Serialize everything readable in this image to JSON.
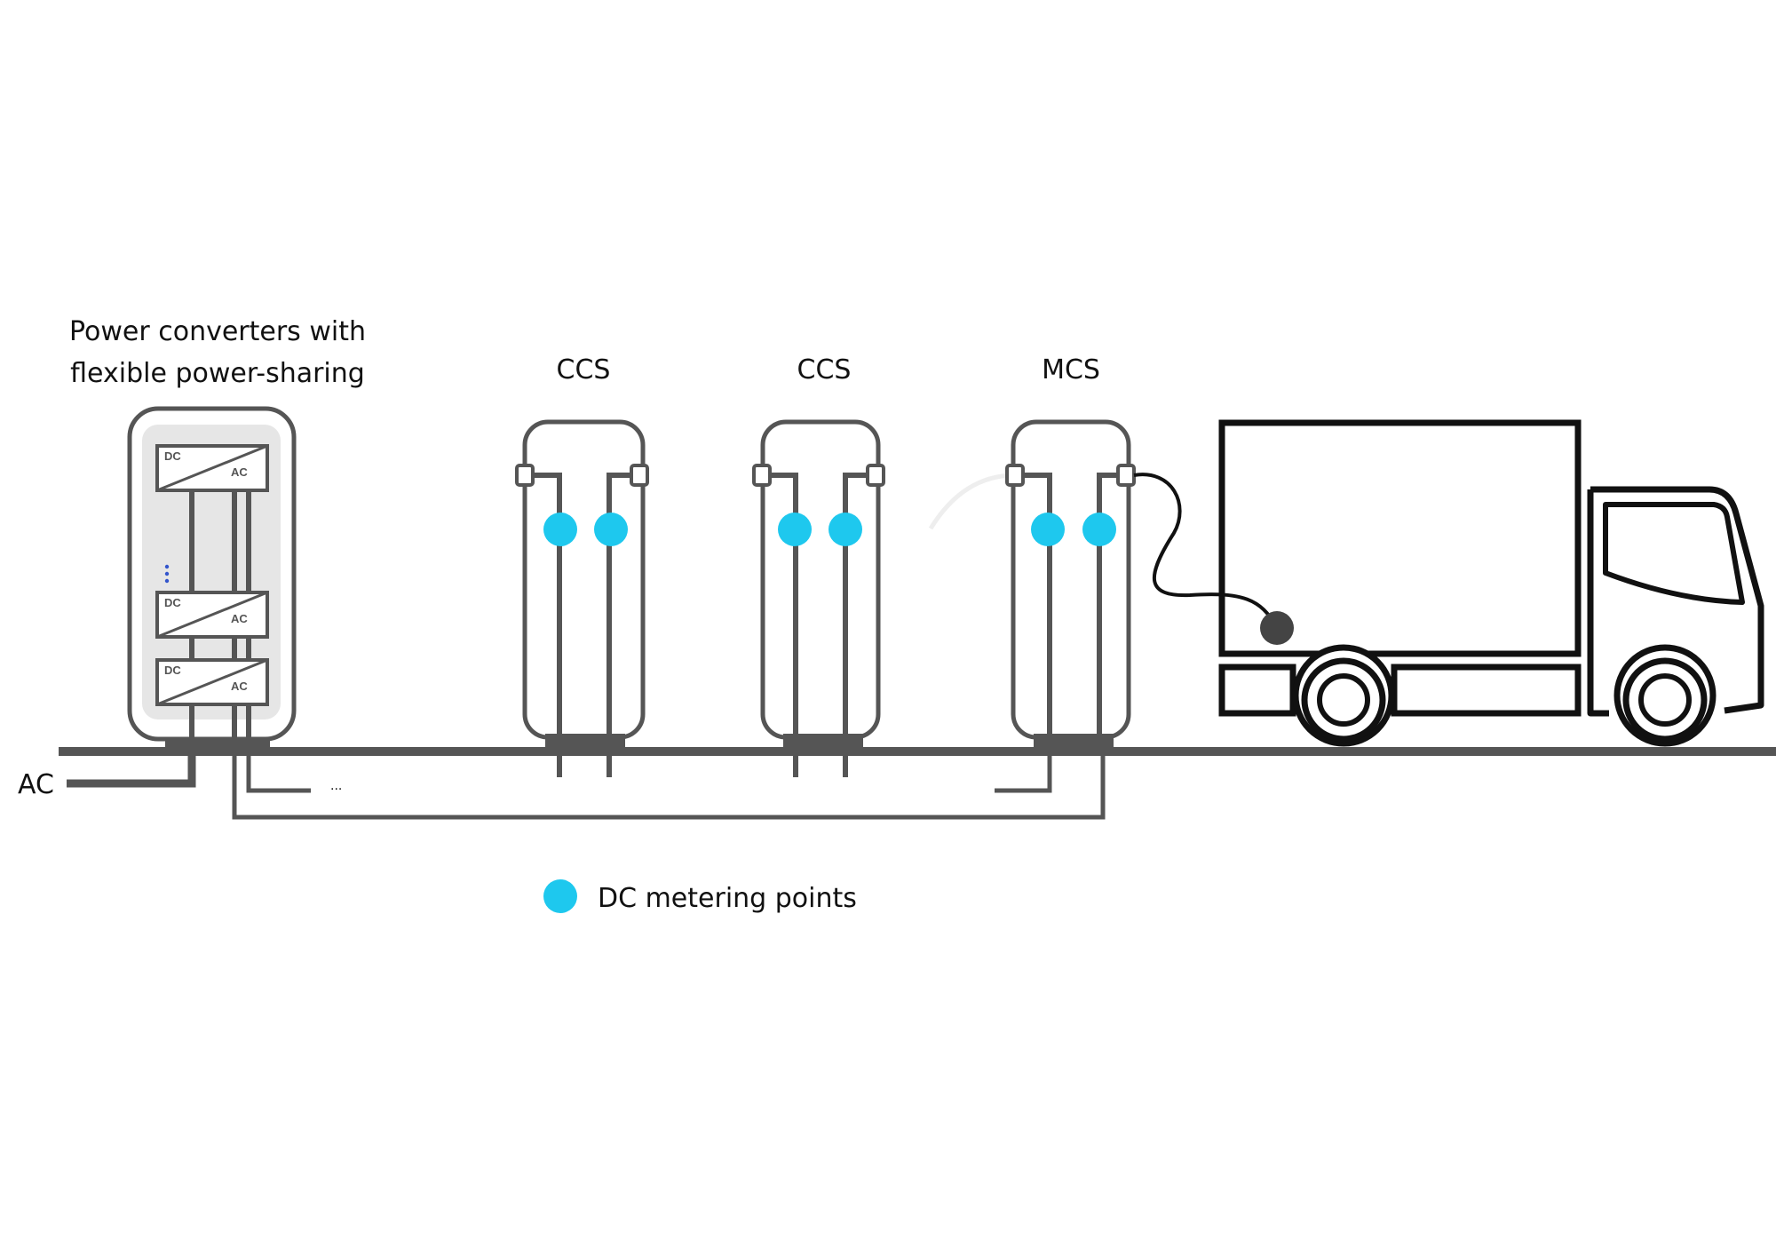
{
  "labels": {
    "converter_line1": "Power converters with",
    "converter_line2": "flexible power-sharing",
    "charger_1": "CCS",
    "charger_2": "CCS",
    "charger_3": "MCS",
    "ac_input": "AC",
    "ellipsis": "···",
    "legend": "DC metering points"
  },
  "converter_modules": [
    {
      "dc": "DC",
      "ac": "AC"
    },
    {
      "dc": "DC",
      "ac": "AC"
    },
    {
      "dc": "DC",
      "ac": "AC"
    }
  ],
  "colors": {
    "metering_point": "#1EC8EE",
    "line": "#555555",
    "truck": "#111111",
    "cabinet_fill": "#E6E6E6",
    "module_dots": "#3355CC"
  }
}
